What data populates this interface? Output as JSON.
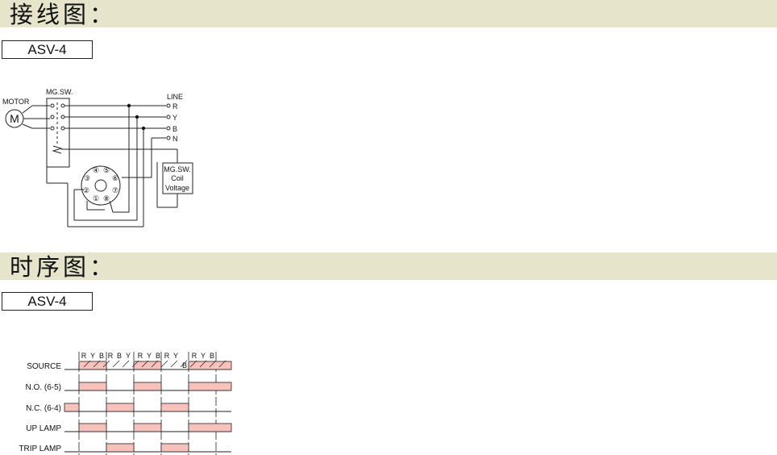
{
  "wiring": {
    "title": "接线图：",
    "model": "ASV-4",
    "motor_label": "MOTOR",
    "motor_symbol": "M",
    "switch_label": "MG.SW.",
    "line_label": "LINE",
    "lines": [
      "R",
      "Y",
      "B",
      "N"
    ],
    "coil": [
      "MG.SW.",
      "Coil",
      "Voltage"
    ],
    "pins": [
      "④",
      "⑤",
      "③",
      "⑥",
      "②",
      "⑦",
      "①",
      "⑧"
    ]
  },
  "timing": {
    "title": "时序图：",
    "model": "ASV-4",
    "phase_labels": [
      "R",
      "Y",
      "B",
      "R",
      "B",
      "Y",
      "R",
      "Y",
      "B",
      "R",
      "Y",
      "R",
      "Y",
      "B"
    ],
    "b_marker": "B",
    "rows": [
      "SOURCE",
      "N.O. (6-5)",
      "N.C. (6-4)",
      "UP LAMP",
      "TRIP LAMP"
    ]
  },
  "colors": {
    "band": "#e6e4cb",
    "pulse": "#f7c2bb",
    "line": "#222222"
  }
}
